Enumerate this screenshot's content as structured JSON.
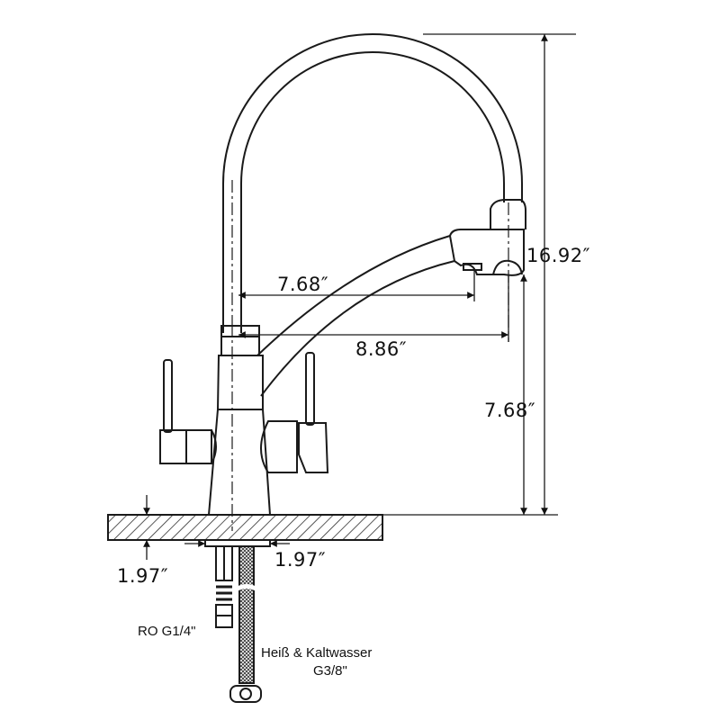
{
  "dimensions": {
    "total_height": "16.92″",
    "spout_reach_inner": "7.68″",
    "spout_reach_outer": "8.86″",
    "spout_clearance": "7.68″",
    "deck_thickness": "1.97″",
    "base_width": "1.97″"
  },
  "connections": {
    "ro": "RO G1/4\"",
    "hot_cold_line1": "Heiß & Kaltwasser",
    "hot_cold_line2": "G3/8\""
  },
  "colors": {
    "line": "#1a1a1a",
    "background": "#ffffff"
  }
}
